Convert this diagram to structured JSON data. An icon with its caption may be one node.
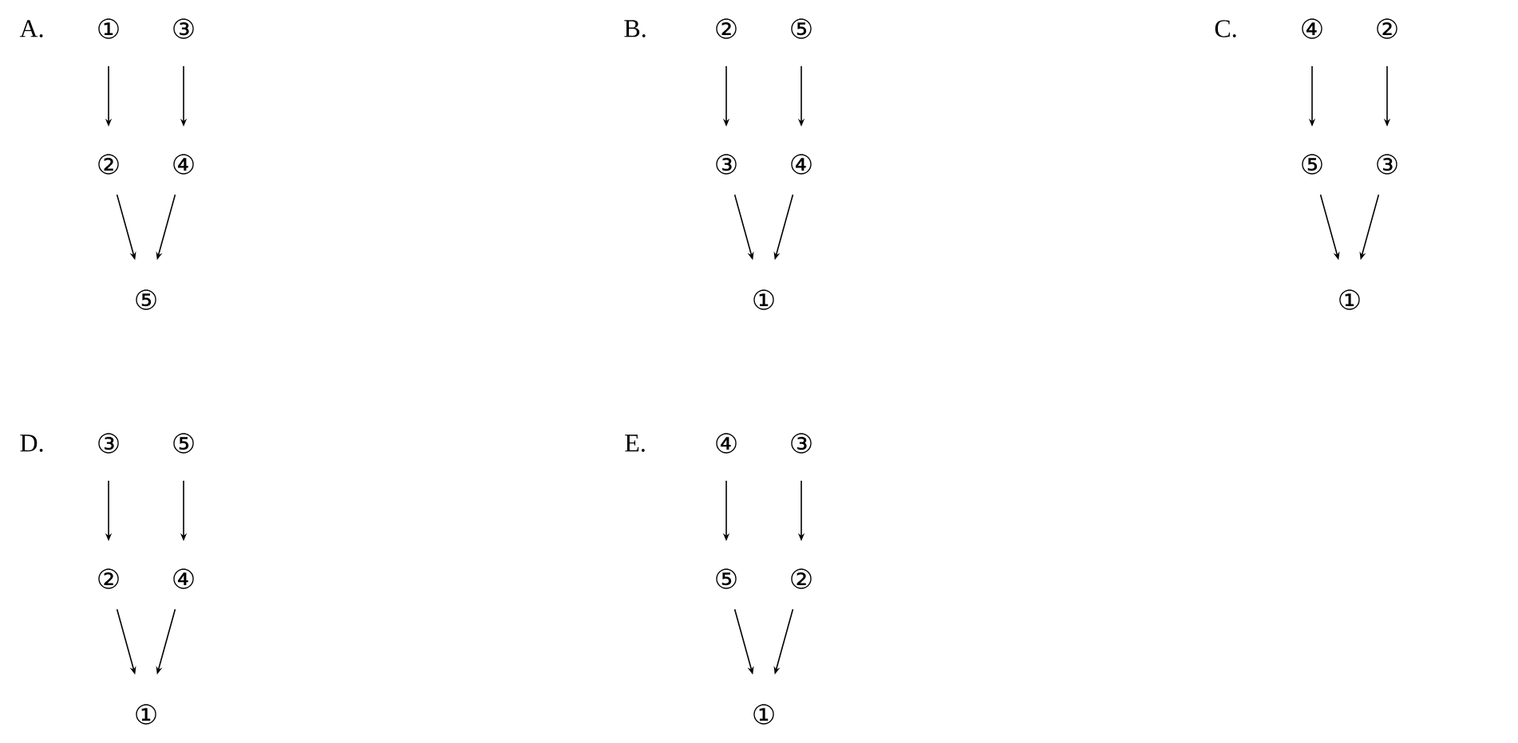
{
  "diagram": {
    "nodes": [
      {
        "text": [
          "①"
        ]
      },
      {
        "text": [
          "③"
        ]
      },
      {
        "text": [
          "②"
        ]
      },
      {
        "text": [
          "④"
        ]
      },
      {
        "text": [
          "⑤"
        ]
      },
      {
        "text": [
          "②"
        ]
      },
      {
        "text": [
          "⑤"
        ]
      },
      {
        "text": [
          "③"
        ]
      },
      {
        "text": [
          "④"
        ]
      },
      {
        "text": [
          "①"
        ]
      },
      {
        "text": [
          "④"
        ]
      },
      {
        "text": [
          "②"
        ]
      },
      {
        "text": [
          "⑤"
        ]
      },
      {
        "text": [
          "③"
        ]
      },
      {
        "text": [
          "①"
        ]
      },
      {
        "text": [
          "③"
        ]
      },
      {
        "text": [
          "⑤"
        ]
      },
      {
        "text": [
          "②"
        ]
      },
      {
        "text": [
          "④"
        ]
      },
      {
        "text": [
          "①"
        ]
      },
      {
        "text": [
          "④"
        ]
      },
      {
        "text": [
          "③"
        ]
      },
      {
        "text": [
          "⑤"
        ]
      },
      {
        "text": [
          "②"
        ]
      },
      {
        "text": [
          "①"
        ]
      }
    ],
    "edges": [
      {
        "from": 0,
        "to": 2,
        "arrow": "to"
      },
      {
        "from": 1,
        "to": 3,
        "arrow": "to"
      },
      {
        "from": 2,
        "to": 4,
        "arrow": "to"
      },
      {
        "from": 3,
        "to": 4,
        "arrow": "to"
      },
      {
        "from": 5,
        "to": 7,
        "arrow": "to"
      },
      {
        "from": 6,
        "to": 8,
        "arrow": "to"
      },
      {
        "from": 7,
        "to": 9,
        "arrow": "to"
      },
      {
        "from": 8,
        "to": 9,
        "arrow": "to"
      },
      {
        "from": 10,
        "to": 12,
        "arrow": "to"
      },
      {
        "from": 11,
        "to": 13,
        "arrow": "to"
      },
      {
        "from": 12,
        "to": 14,
        "arrow": "to"
      },
      {
        "from": 13,
        "to": 14,
        "arrow": "to"
      },
      {
        "from": 15,
        "to": 17,
        "arrow": "to"
      },
      {
        "from": 16,
        "to": 18,
        "arrow": "to"
      },
      {
        "from": 17,
        "to": 19,
        "arrow": "to"
      },
      {
        "from": 18,
        "to": 19,
        "arrow": "to"
      },
      {
        "from": 20,
        "to": 22,
        "arrow": "to"
      },
      {
        "from": 21,
        "to": 23,
        "arrow": "to"
      },
      {
        "from": 22,
        "to": 24,
        "arrow": "to"
      },
      {
        "from": 23,
        "to": 24,
        "arrow": "to"
      }
    ],
    "labels": [
      "A.",
      "B.",
      "C.",
      "D.",
      "E."
    ]
  }
}
